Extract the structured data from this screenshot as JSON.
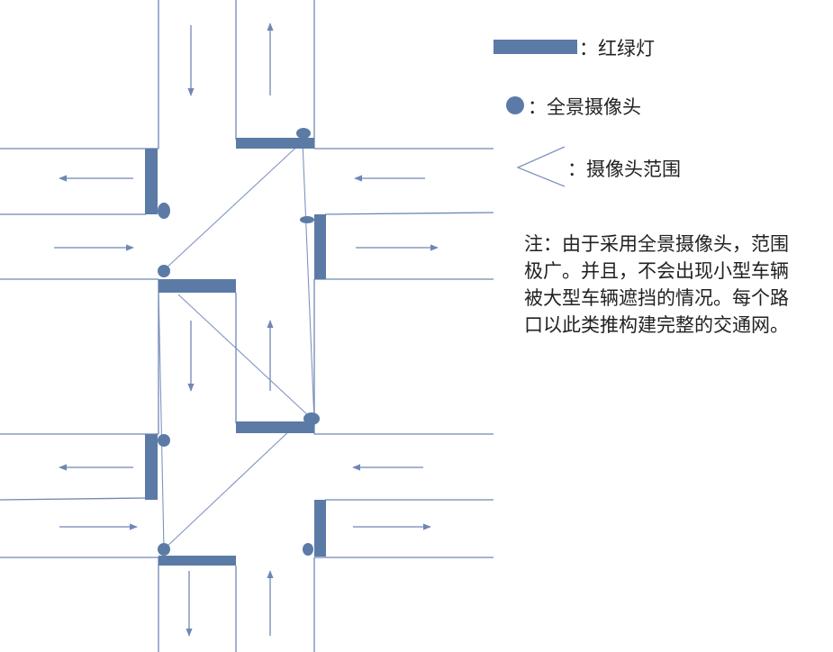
{
  "legend": {
    "traffic_light": "：红绿灯",
    "camera": "：全景摄像头",
    "camera_range": "：摄像头范围"
  },
  "note": {
    "lines": [
      "注：由于采用全景摄像头，范围",
      "极广。并且，不会出现小型车辆",
      "被大型车辆遮挡的情况。每个路",
      "口以此类推构建完整的交通网。"
    ]
  },
  "colors": {
    "road_line": "#6f87b5",
    "light_fill": "#5b7ba6",
    "camera_fill": "#5b7ba6",
    "arrow": "#6f87b5",
    "text": "#222222"
  }
}
